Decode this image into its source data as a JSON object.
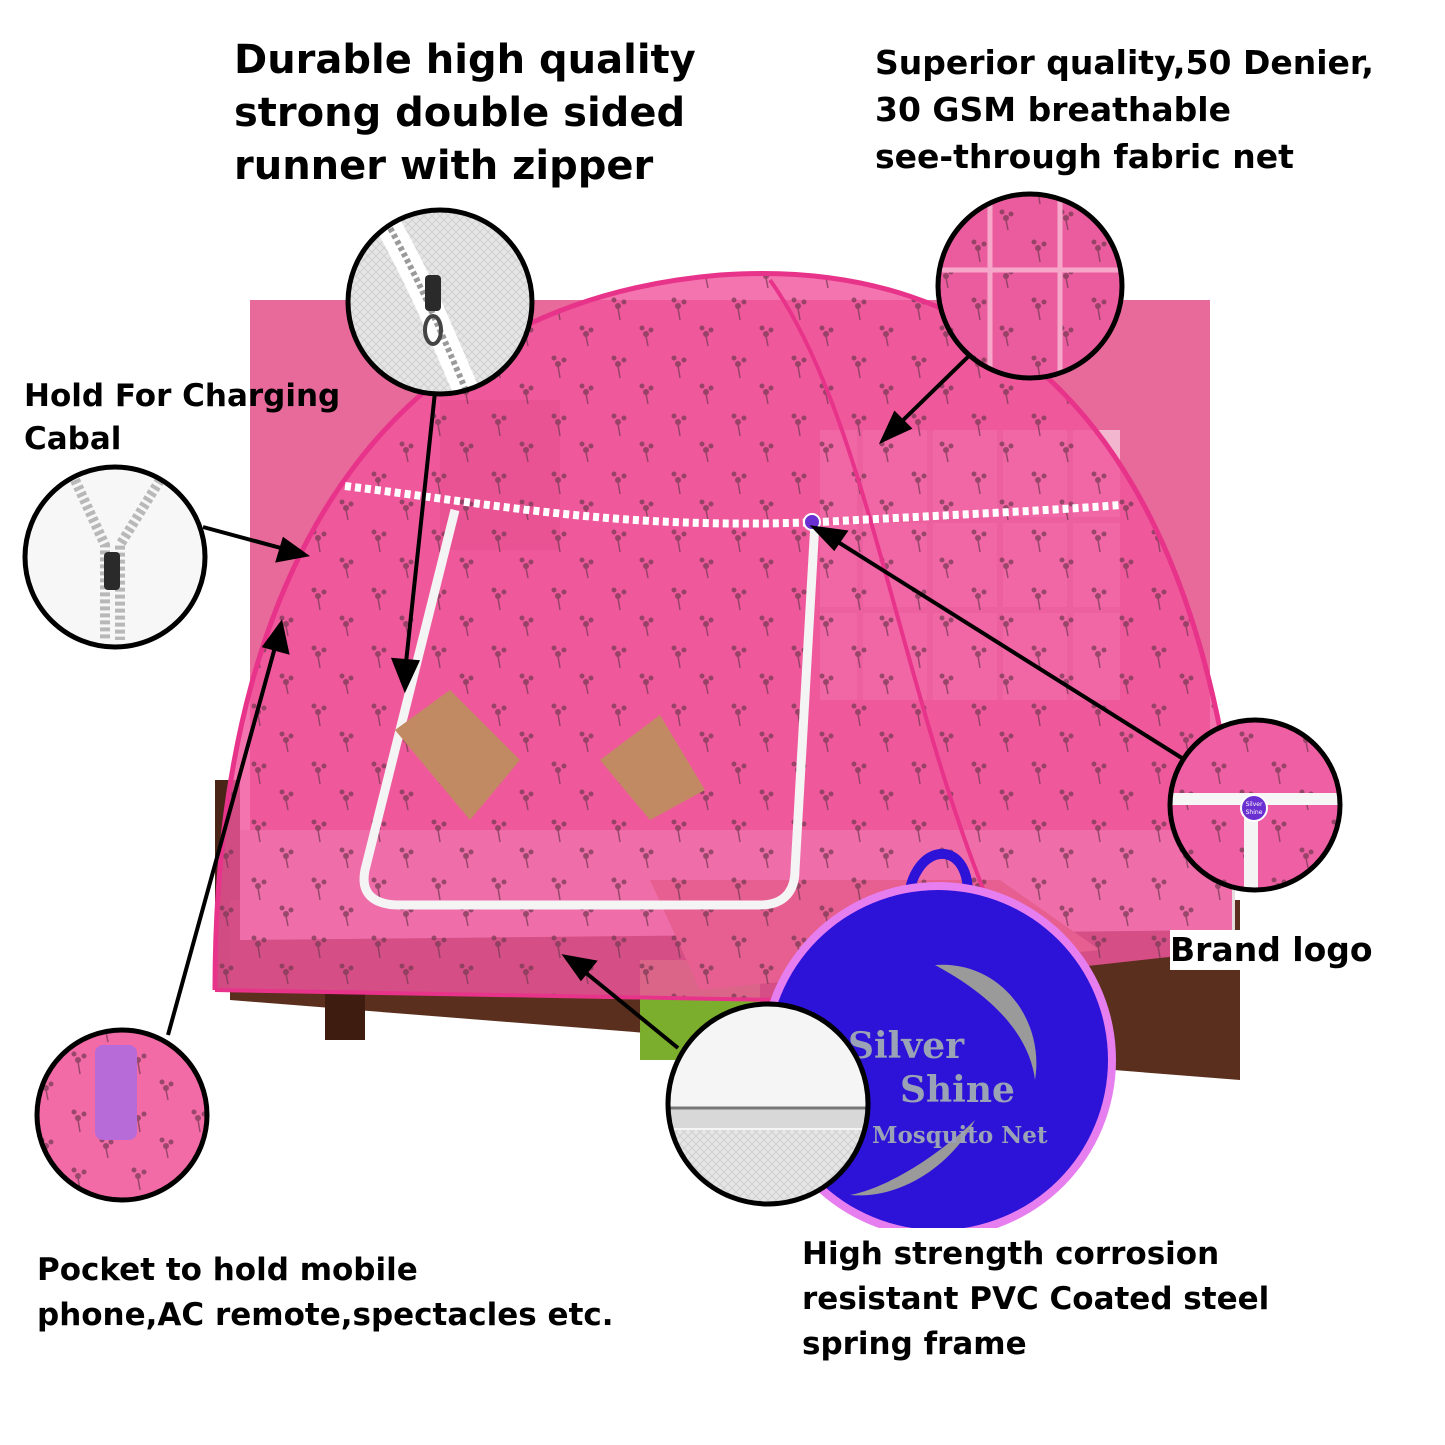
{
  "callouts": {
    "zipper_runner": "Durable high quality\nstrong double sided\nrunner with zipper",
    "fabric": "Superior quality,50 Denier,\n30 GSM breathable\nsee-through fabric net",
    "charging_hole": "Hold For Charging\nCabal",
    "brand_logo": "Brand logo",
    "pocket": "Pocket to hold mobile\nphone,AC remote,spectacles etc.",
    "frame": "High strength corrosion\nresistant PVC Coated steel\nspring frame"
  },
  "bag": {
    "brand_line1": "Silver",
    "brand_line2": "Shine",
    "product_line": "Mosquito Net"
  },
  "logo_badge": {
    "line1": "Silver",
    "line2": "Shine"
  },
  "colors": {
    "net_pink": "#f0559c",
    "net_dark_pink": "#e8338a",
    "bag_blue": "#2d12d8",
    "bag_border": "#e77ef0",
    "bed_wood": "#5b2f1e",
    "accent_white": "#f4f4f4"
  }
}
